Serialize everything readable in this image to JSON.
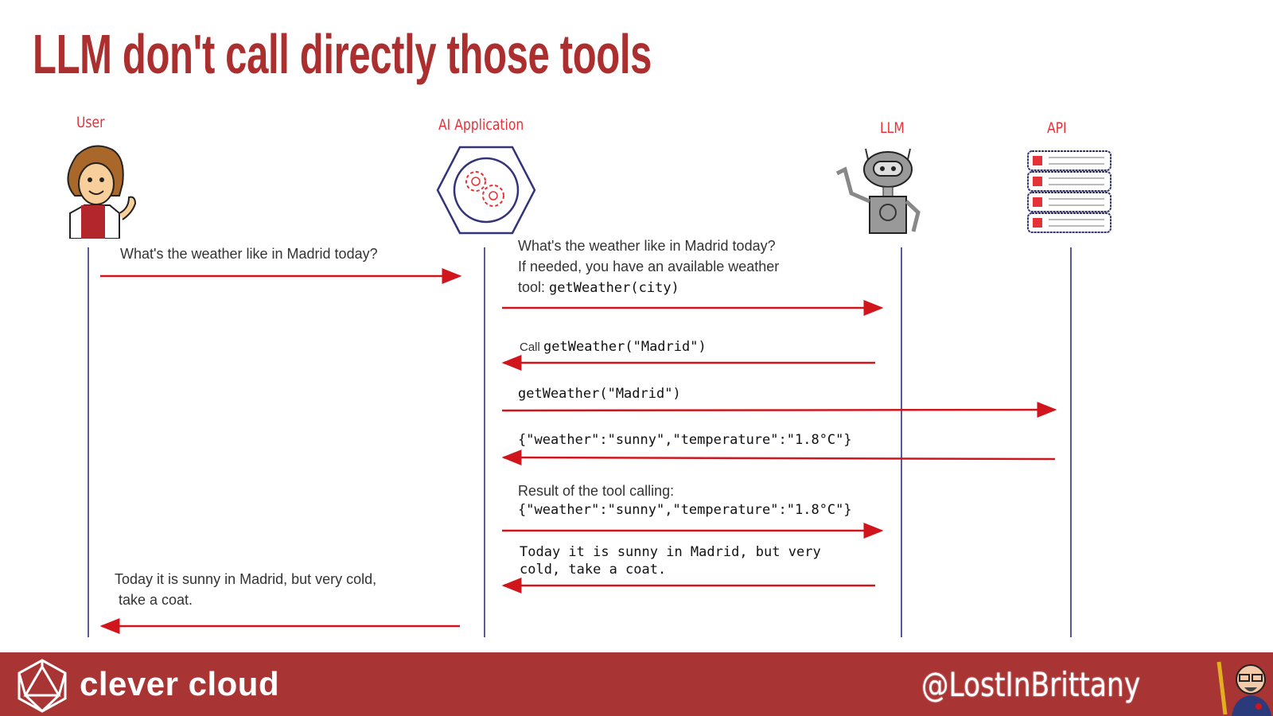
{
  "title": "LLM don't call directly those tools",
  "actors": {
    "user": "User",
    "app": "AI Application",
    "llm": "LLM",
    "api": "API"
  },
  "messages": {
    "m1": "What's the weather like in Madrid today?",
    "m2_line1": "What's the weather like in Madrid today?",
    "m2_line2": "If needed, you have an available weather",
    "m2_prefix": "tool: ",
    "m2_code": "getWeather(city)",
    "m3_prefix": "Call ",
    "m3_code": "getWeather(\"Madrid\")",
    "m4_code": "getWeather(\"Madrid\")",
    "m5_code": "{\"weather\":\"sunny\",\"temperature\":\"1.8°C\"}",
    "m6_line1": "Result of the tool calling:",
    "m6_code": "{\"weather\":\"sunny\",\"temperature\":\"1.8°C\"}",
    "m7_line1": "Today it is sunny in Madrid, but very",
    "m7_line2": "cold, take a coat.",
    "m8_line1": "Today it is sunny in Madrid, but very cold,",
    "m8_line2": " take a coat."
  },
  "footer": {
    "brand": "clever cloud",
    "handle": "@LostInBrittany"
  },
  "colors": {
    "accent": "#ac2f2f",
    "arrow": "#d0161c",
    "lifeline": "#5a5a9a",
    "footer": "#a93434"
  }
}
